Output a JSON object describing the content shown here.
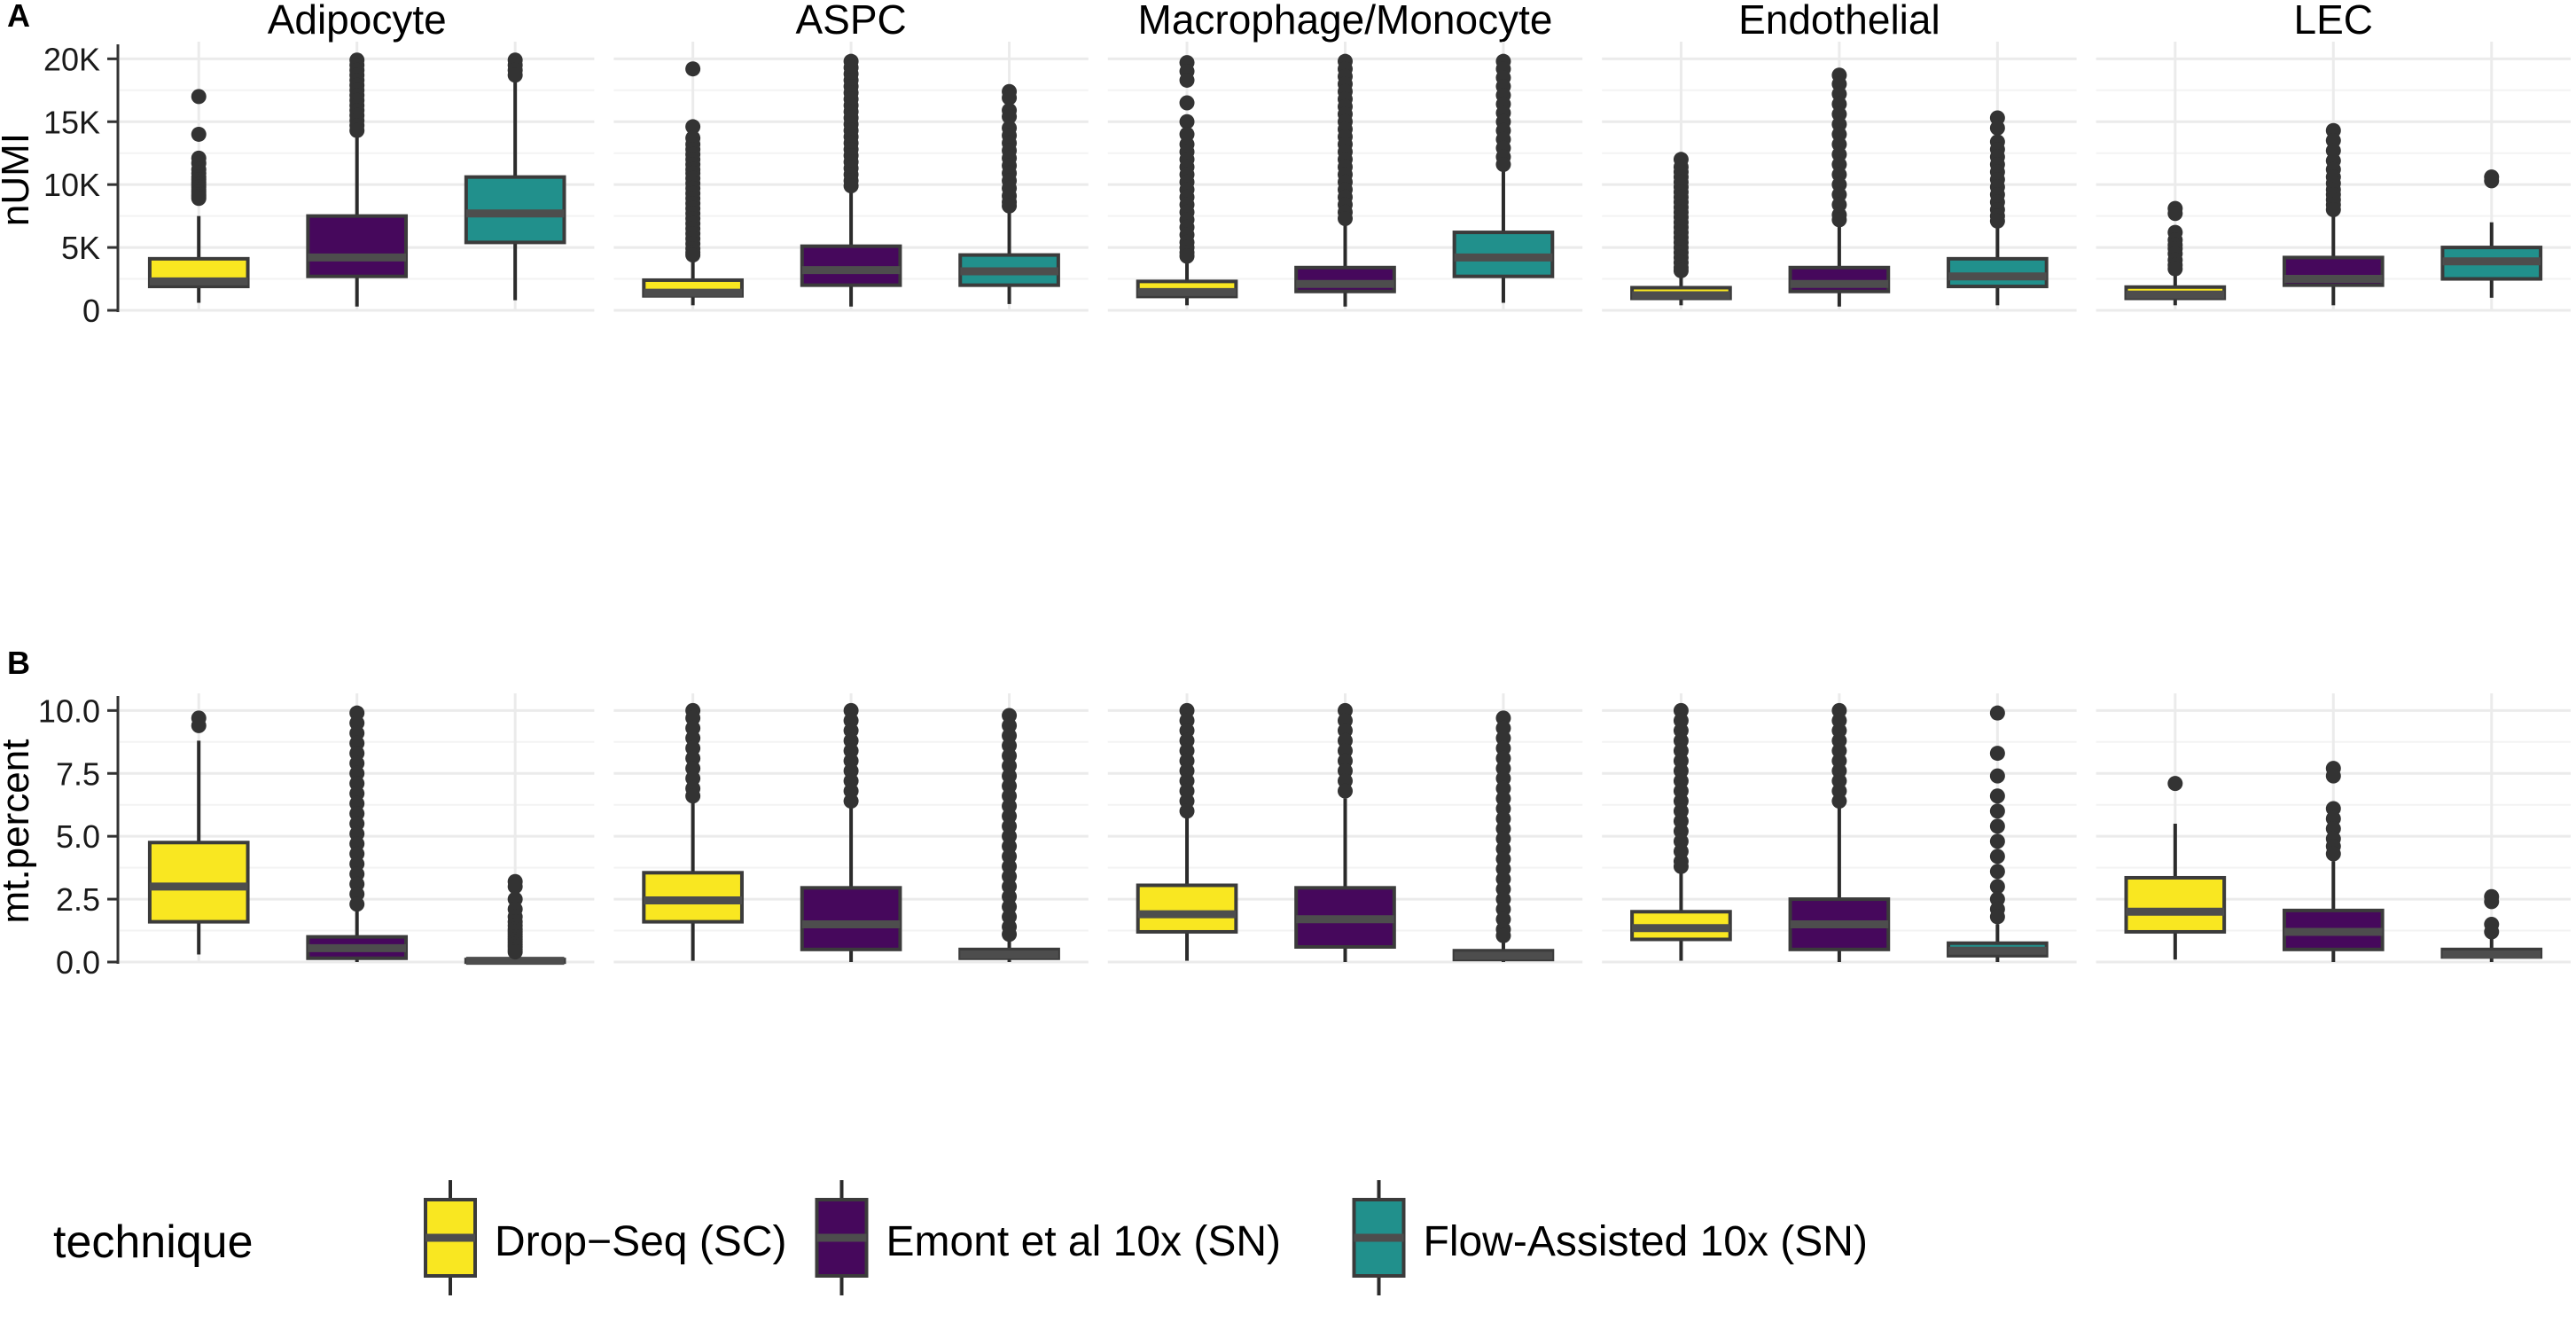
{
  "figure": {
    "panel_tags": [
      "A",
      "B"
    ],
    "legend_title": "technique"
  },
  "facets": [
    "Adipocyte",
    "ASPC",
    "Macrophage/Monocyte",
    "Endothelial",
    "LEC"
  ],
  "legend": {
    "title": "technique",
    "items": [
      {
        "label": "Drop−Seq (SC)",
        "color": "#F9E721"
      },
      {
        "label": "Emont et al 10x (SN)",
        "color": "#46085C"
      },
      {
        "label": "Flow-Assisted 10x (SN)",
        "color": "#21908C"
      }
    ]
  },
  "chart_data": [
    {
      "type": "boxplot",
      "panel_tag": "A",
      "title": "",
      "ylabel": "nUMI",
      "xlabel": "",
      "ylim": [
        0,
        20800
      ],
      "yticks": [
        0,
        5000,
        10000,
        15000,
        20000
      ],
      "ytick_labels": [
        "0",
        "5K",
        "10K",
        "15K",
        "20K"
      ],
      "grid": true,
      "legend_position": "bottom",
      "categories": [
        "Adipocyte",
        "ASPC",
        "Macrophage/Monocyte",
        "Endothelial",
        "LEC"
      ],
      "series": [
        {
          "name": "Drop−Seq (SC)",
          "color": "#F9E721",
          "boxes": [
            {
              "facet": "Adipocyte",
              "min": 600,
              "q1": 1900,
              "median": 2300,
              "q3": 4100,
              "max": 7500,
              "outliers": [
                17000,
                14000,
                12100,
                11700,
                11200,
                10900,
                10600,
                10400,
                10200,
                10000,
                9800,
                9600,
                9400,
                9200,
                9050,
                8900
              ]
            },
            {
              "facet": "ASPC",
              "min": 400,
              "q1": 1150,
              "median": 1400,
              "q3": 2400,
              "max": 4200,
              "outliers": [
                19200,
                14600,
                13700,
                13200,
                12800,
                12400,
                12000,
                11600,
                11200,
                10900,
                10500,
                10100,
                9700,
                9300,
                8900,
                8500,
                8100,
                7700,
                7300,
                6900,
                6500,
                6100,
                5700,
                5300,
                4900,
                4600,
                4400
              ]
            },
            {
              "facet": "Macrophage/Monocyte",
              "min": 400,
              "q1": 1100,
              "median": 1450,
              "q3": 2300,
              "max": 4100,
              "outliers": [
                19700,
                19000,
                18300,
                16500,
                15000,
                14000,
                13200,
                12600,
                12000,
                11400,
                10800,
                10200,
                9600,
                9000,
                8400,
                7800,
                7200,
                6600,
                6000,
                5400,
                5000,
                4600,
                4300
              ]
            },
            {
              "facet": "Endothelial",
              "min": 400,
              "q1": 950,
              "median": 1200,
              "q3": 1800,
              "max": 3000,
              "outliers": [
                12000,
                11400,
                11000,
                10600,
                10200,
                9800,
                9400,
                9000,
                8600,
                8200,
                7800,
                7400,
                7000,
                6600,
                6200,
                5800,
                5400,
                5000,
                4600,
                4200,
                3800,
                3400,
                3150
              ]
            },
            {
              "facet": "LEC",
              "min": 400,
              "q1": 950,
              "median": 1250,
              "q3": 1850,
              "max": 3100,
              "outliers": [
                8100,
                7700,
                6200,
                5600,
                5200,
                4900,
                4500,
                4000,
                3600,
                3300
              ]
            }
          ]
        },
        {
          "name": "Emont et al 10x (SN)",
          "color": "#46085C",
          "boxes": [
            {
              "facet": "Adipocyte",
              "min": 300,
              "q1": 2700,
              "median": 4200,
              "q3": 7500,
              "max": 14000,
              "outliers": [
                19900,
                19500,
                19100,
                18700,
                18300,
                17900,
                17500,
                17100,
                16700,
                16300,
                15900,
                15500,
                15100,
                14700,
                14300
              ]
            },
            {
              "facet": "ASPC",
              "min": 300,
              "q1": 2000,
              "median": 3200,
              "q3": 5100,
              "max": 9700,
              "outliers": [
                19800,
                19300,
                18800,
                18300,
                17800,
                17300,
                16800,
                16300,
                15800,
                15300,
                14800,
                14300,
                13800,
                13300,
                12800,
                12300,
                11800,
                11300,
                10800,
                10300,
                9900
              ]
            },
            {
              "facet": "Macrophage/Monocyte",
              "min": 300,
              "q1": 1500,
              "median": 2100,
              "q3": 3400,
              "max": 7000,
              "outliers": [
                19800,
                19200,
                18600,
                18000,
                17400,
                16800,
                16200,
                15600,
                15000,
                14400,
                13800,
                13200,
                12600,
                12000,
                11400,
                10800,
                10200,
                9600,
                9000,
                8400,
                7800,
                7300
              ]
            },
            {
              "facet": "Endothelial",
              "min": 300,
              "q1": 1500,
              "median": 2100,
              "q3": 3400,
              "max": 7000,
              "outliers": [
                18700,
                18000,
                17200,
                16400,
                15600,
                14800,
                14000,
                13200,
                12400,
                11600,
                10800,
                10000,
                9200,
                8400,
                7600,
                7200
              ]
            },
            {
              "facet": "LEC",
              "min": 400,
              "q1": 2000,
              "median": 2500,
              "q3": 4200,
              "max": 7700,
              "outliers": [
                14300,
                13500,
                12700,
                11900,
                11200,
                10600,
                10100,
                9600,
                9200,
                8800,
                8400,
                8000
              ]
            }
          ]
        },
        {
          "name": "Flow-Assisted 10x (SN)",
          "color": "#21908C",
          "boxes": [
            {
              "facet": "Adipocyte",
              "min": 800,
              "q1": 5400,
              "median": 7700,
              "q3": 10600,
              "max": 18200,
              "outliers": [
                19900,
                19500,
                19100,
                18700
              ]
            },
            {
              "facet": "ASPC",
              "min": 500,
              "q1": 2000,
              "median": 3100,
              "q3": 4400,
              "max": 8100,
              "outliers": [
                17400,
                16900,
                15900,
                15400,
                14500,
                13900,
                13300,
                12700,
                12100,
                11500,
                10900,
                10300,
                9700,
                9100,
                8600,
                8300
              ]
            },
            {
              "facet": "Macrophage/Monocyte",
              "min": 600,
              "q1": 2700,
              "median": 4200,
              "q3": 6200,
              "max": 11100,
              "outliers": [
                19800,
                19200,
                18500,
                17800,
                17100,
                16400,
                15700,
                15000,
                14300,
                13600,
                12900,
                12200,
                11600
              ]
            },
            {
              "facet": "Endothelial",
              "min": 400,
              "q1": 1900,
              "median": 2700,
              "q3": 4100,
              "max": 6900,
              "outliers": [
                15300,
                14500,
                13400,
                12800,
                12200,
                11600,
                11000,
                10400,
                9800,
                9200,
                8600,
                8000,
                7500,
                7100
              ]
            },
            {
              "facet": "LEC",
              "min": 1000,
              "q1": 2500,
              "median": 3900,
              "q3": 5000,
              "max": 7000,
              "outliers": [
                10600,
                10300
              ]
            }
          ]
        }
      ]
    },
    {
      "type": "boxplot",
      "panel_tag": "B",
      "title": "",
      "ylabel": "mt.percent",
      "xlabel": "",
      "ylim": [
        0,
        10.4
      ],
      "yticks": [
        0.0,
        2.5,
        5.0,
        7.5,
        10.0
      ],
      "ytick_labels": [
        "0.0",
        "2.5",
        "5.0",
        "7.5",
        "10.0"
      ],
      "grid": true,
      "legend_position": "bottom",
      "categories": [
        "Adipocyte",
        "ASPC",
        "Macrophage/Monocyte",
        "Endothelial",
        "LEC"
      ],
      "series": [
        {
          "name": "Drop−Seq (SC)",
          "color": "#F9E721",
          "boxes": [
            {
              "facet": "Adipocyte",
              "min": 0.3,
              "q1": 1.6,
              "median": 3.0,
              "q3": 4.75,
              "max": 8.8,
              "outliers": [
                9.7,
                9.4
              ]
            },
            {
              "facet": "ASPC",
              "min": 0.05,
              "q1": 1.6,
              "median": 2.45,
              "q3": 3.55,
              "max": 6.45,
              "outliers": [
                10.0,
                9.7,
                9.3,
                8.9,
                8.5,
                8.1,
                7.7,
                7.3,
                6.9,
                6.6
              ]
            },
            {
              "facet": "Macrophage/Monocyte",
              "min": 0.05,
              "q1": 1.2,
              "median": 1.9,
              "q3": 3.05,
              "max": 5.8,
              "outliers": [
                10.0,
                9.6,
                9.2,
                8.8,
                8.4,
                8.0,
                7.6,
                7.2,
                6.8,
                6.4,
                6.0
              ]
            },
            {
              "facet": "Endothelial",
              "min": 0.05,
              "q1": 0.9,
              "median": 1.35,
              "q3": 2.0,
              "max": 3.6,
              "outliers": [
                10.0,
                9.6,
                9.2,
                8.8,
                8.4,
                8.0,
                7.6,
                7.2,
                6.8,
                6.4,
                6.0,
                5.6,
                5.2,
                4.8,
                4.4,
                4.0,
                3.8
              ]
            },
            {
              "facet": "LEC",
              "min": 0.1,
              "q1": 1.2,
              "median": 2.0,
              "q3": 3.35,
              "max": 5.5,
              "outliers": [
                7.1
              ]
            }
          ]
        },
        {
          "name": "Emont et al 10x (SN)",
          "color": "#46085C",
          "boxes": [
            {
              "facet": "Adipocyte",
              "min": 0.0,
              "q1": 0.15,
              "median": 0.55,
              "q3": 1.0,
              "max": 2.05,
              "outliers": [
                9.9,
                9.5,
                9.1,
                8.7,
                8.3,
                7.9,
                7.5,
                7.1,
                6.7,
                6.3,
                5.9,
                5.5,
                5.1,
                4.7,
                4.3,
                3.9,
                3.5,
                3.1,
                2.7,
                2.3
              ]
            },
            {
              "facet": "ASPC",
              "min": 0.0,
              "q1": 0.5,
              "median": 1.5,
              "q3": 2.95,
              "max": 6.2,
              "outliers": [
                10.0,
                9.6,
                9.2,
                8.8,
                8.4,
                8.0,
                7.6,
                7.2,
                6.8,
                6.4
              ]
            },
            {
              "facet": "Macrophage/Monocyte",
              "min": 0.0,
              "q1": 0.6,
              "median": 1.7,
              "q3": 2.95,
              "max": 6.5,
              "outliers": [
                10.0,
                9.6,
                9.2,
                8.8,
                8.4,
                8.0,
                7.6,
                7.2,
                6.8
              ]
            },
            {
              "facet": "Endothelial",
              "min": 0.0,
              "q1": 0.5,
              "median": 1.5,
              "q3": 2.5,
              "max": 6.2,
              "outliers": [
                10.0,
                9.6,
                9.2,
                8.8,
                8.4,
                8.0,
                7.6,
                7.2,
                6.8,
                6.4
              ]
            },
            {
              "facet": "LEC",
              "min": 0.0,
              "q1": 0.5,
              "median": 1.2,
              "q3": 2.05,
              "max": 4.0,
              "outliers": [
                7.7,
                7.4,
                6.1,
                5.7,
                5.3,
                4.9,
                4.6,
                4.3
              ]
            }
          ]
        },
        {
          "name": "Flow-Assisted 10x (SN)",
          "color": "#21908C",
          "boxes": [
            {
              "facet": "Adipocyte",
              "min": 0.0,
              "q1": 0.0,
              "median": 0.05,
              "q3": 0.1,
              "max": 0.2,
              "outliers": [
                3.2,
                3.0,
                2.5,
                2.1,
                1.8,
                1.6,
                1.45,
                1.3,
                1.2,
                1.1,
                1.0,
                0.9,
                0.8,
                0.7,
                0.6,
                0.5,
                0.4
              ]
            },
            {
              "facet": "ASPC",
              "min": 0.0,
              "q1": 0.15,
              "median": 0.3,
              "q3": 0.5,
              "max": 0.95,
              "outliers": [
                9.8,
                9.4,
                9.0,
                8.6,
                8.2,
                7.8,
                7.4,
                7.0,
                6.6,
                6.2,
                5.8,
                5.4,
                5.0,
                4.6,
                4.2,
                3.8,
                3.4,
                3.0,
                2.6,
                2.2,
                1.8,
                1.4,
                1.1
              ]
            },
            {
              "facet": "Macrophage/Monocyte",
              "min": 0.0,
              "q1": 0.1,
              "median": 0.25,
              "q3": 0.45,
              "max": 0.9,
              "outliers": [
                9.7,
                9.3,
                8.9,
                8.5,
                8.1,
                7.7,
                7.3,
                6.9,
                6.5,
                6.1,
                5.7,
                5.3,
                4.9,
                4.5,
                4.1,
                3.7,
                3.3,
                2.9,
                2.5,
                2.1,
                1.7,
                1.3,
                1.05
              ]
            },
            {
              "facet": "Endothelial",
              "min": 0.0,
              "q1": 0.25,
              "median": 0.45,
              "q3": 0.75,
              "max": 1.5,
              "outliers": [
                9.9,
                8.3,
                7.4,
                6.6,
                6.0,
                5.4,
                4.8,
                4.2,
                3.6,
                3.0,
                2.5,
                2.1,
                1.8
              ]
            },
            {
              "facet": "LEC",
              "min": 0.0,
              "q1": 0.2,
              "median": 0.3,
              "q3": 0.5,
              "max": 0.95,
              "outliers": [
                2.6,
                2.4,
                1.5,
                1.2
              ]
            }
          ]
        }
      ]
    }
  ]
}
